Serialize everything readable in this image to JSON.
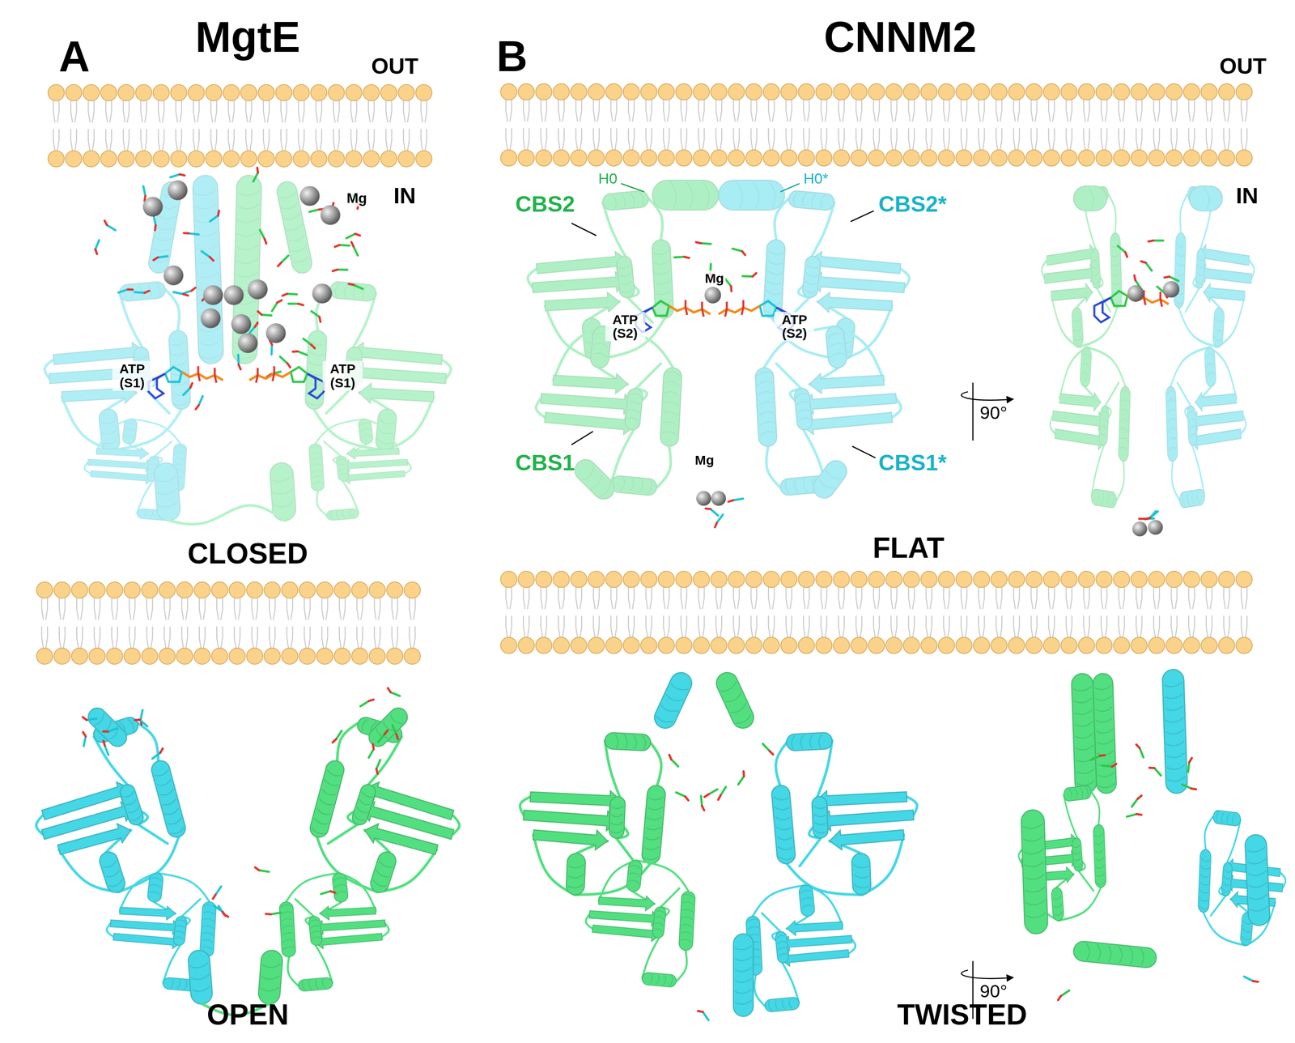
{
  "diagram": {
    "labels": [
      "A",
      "MgtE",
      "OUT",
      "IN",
      "Mg",
      "ATP (S1)",
      "ATP (S1)",
      "CLOSED",
      "OPEN",
      "B",
      "CNNM2",
      "OUT",
      "H0",
      "H0*",
      "CBS2",
      "CBS2*",
      "IN",
      "ATP (S2)",
      "Mg",
      "ATP (S2)",
      "90°",
      "CBS1",
      "CBS1*",
      "Mg",
      "FLAT",
      "90°",
      "TWISTED"
    ]
  }
}
